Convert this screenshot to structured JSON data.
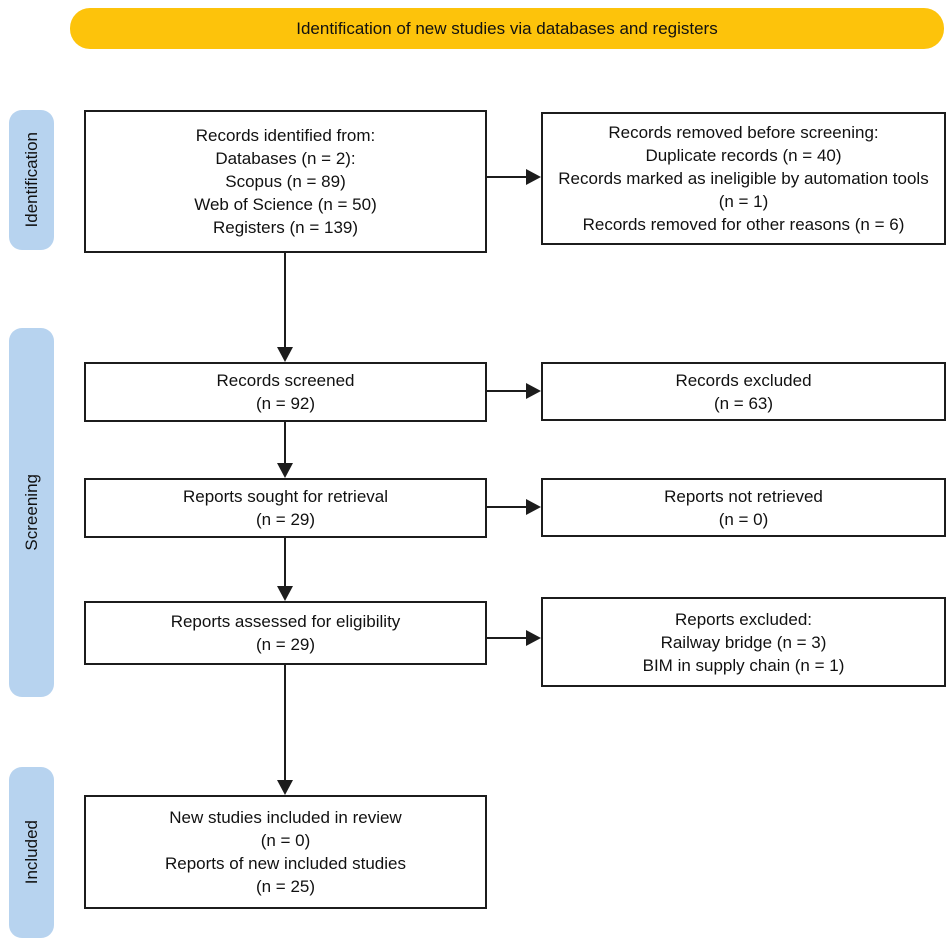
{
  "title_banner": {
    "label": "Identification of new studies via databases and registers"
  },
  "colors": {
    "banner_bg": "#FDC30B",
    "stage_bg": "#B7D3EF",
    "box_border": "#1C1C1C",
    "arrow": "#1C1C1C"
  },
  "stages": {
    "identification": "Identification",
    "screening": "Screening",
    "included": "Included"
  },
  "boxes": {
    "records_identified": {
      "lines": [
        "Records identified from:",
        "Databases (n = 2):",
        "Scopus (n = 89)",
        "Web of Science (n = 50)",
        "Registers (n = 139)"
      ]
    },
    "records_removed": {
      "lines": [
        "Records removed before screening:",
        "Duplicate records (n = 40)",
        "Records marked as ineligible by automation tools (n = 1)",
        "Records removed for other reasons (n = 6)"
      ]
    },
    "records_screened": {
      "lines": [
        "Records screened",
        "(n = 92)"
      ]
    },
    "records_excluded": {
      "lines": [
        "Records excluded",
        "(n = 63)"
      ]
    },
    "reports_sought": {
      "lines": [
        "Reports sought for retrieval",
        "(n = 29)"
      ]
    },
    "reports_not_retrieved": {
      "lines": [
        "Reports not retrieved",
        "(n = 0)"
      ]
    },
    "reports_assessed": {
      "lines": [
        "Reports assessed for eligibility",
        "(n = 29)"
      ]
    },
    "reports_excluded": {
      "lines": [
        "Reports excluded:",
        "Railway bridge (n = 3)",
        "BIM in supply chain (n = 1)"
      ]
    },
    "included_studies": {
      "lines": [
        "New studies included in review",
        "(n = 0)",
        "Reports of new included studies",
        "(n = 25)"
      ]
    }
  }
}
